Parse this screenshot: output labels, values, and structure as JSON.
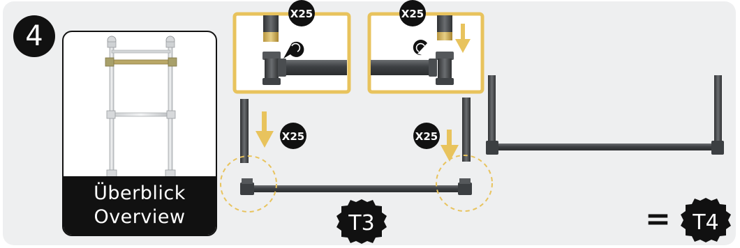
{
  "step": {
    "number": "4"
  },
  "overview": {
    "line1": "Überblick",
    "line2": "Overview"
  },
  "quantities": {
    "detail_left": "X25",
    "detail_right": "X25",
    "arrow_left": "X25",
    "arrow_right": "X25"
  },
  "assemblies": {
    "input": "T3",
    "result": "T4",
    "equals": "="
  },
  "colors": {
    "panel": "#eeeff0",
    "accent": "#e8c35d",
    "pipe": "#4a4d50",
    "badge": "#111111"
  },
  "icons": [
    "tighten-clockwise-icon",
    "tighten-counterclockwise-icon",
    "down-arrow-icon"
  ]
}
